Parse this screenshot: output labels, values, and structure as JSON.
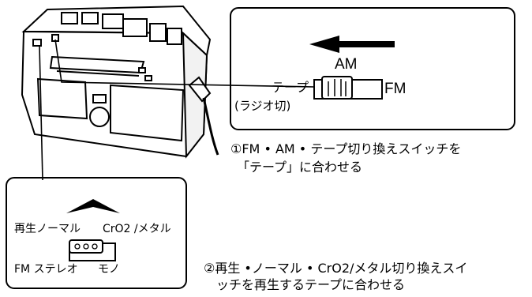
{
  "inset_top": {
    "position_am": "AM",
    "position_tape": "テープ",
    "position_tape_note": "(ラジオ切)",
    "position_fm": "FM"
  },
  "inset_bottom": {
    "label_playback_normal": "再生ノーマル",
    "label_cro2_metal": "CrO2 /メタル",
    "label_fm_stereo": "FM ステレオ",
    "label_mono": "モノ"
  },
  "instructions": {
    "step1_line1": "①FM • AM • テープ切り換えスイッチを",
    "step1_line2": "「テープ」に合わせる",
    "step2_line1": "②再生 •ノーマル • CrO2/メタル切り換えスイ",
    "step2_line2": "ッチを再生するテープに合わせる"
  }
}
